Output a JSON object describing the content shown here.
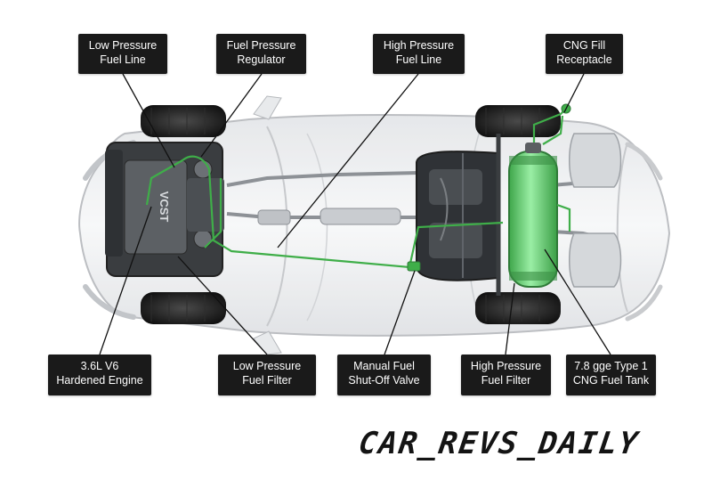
{
  "callouts": {
    "low_pressure_fuel_line": "Low Pressure\nFuel Line",
    "fuel_pressure_regulator": "Fuel Pressure\nRegulator",
    "high_pressure_fuel_line": "High Pressure\nFuel Line",
    "cng_fill_receptacle": "CNG Fill\nReceptacle",
    "engine": "3.6L V6\nHardened Engine",
    "low_pressure_fuel_filter": "Low Pressure\nFuel Filter",
    "manual_shutoff_valve": "Manual Fuel\nShut-Off Valve",
    "high_pressure_fuel_filter": "High Pressure\nFuel Filter",
    "cng_fuel_tank": "7.8 gge Type 1\nCNG Fuel Tank"
  },
  "engine_cover_text": "VCST",
  "watermark": "CAR_REVS_DAILY",
  "colors": {
    "callout_bg": "#1a1a1a",
    "callout_text": "#ffffff",
    "fuel_line_green": "#3fae49",
    "cng_tank_green": "#7ee08a",
    "body_outline": "#b5b8bc"
  }
}
